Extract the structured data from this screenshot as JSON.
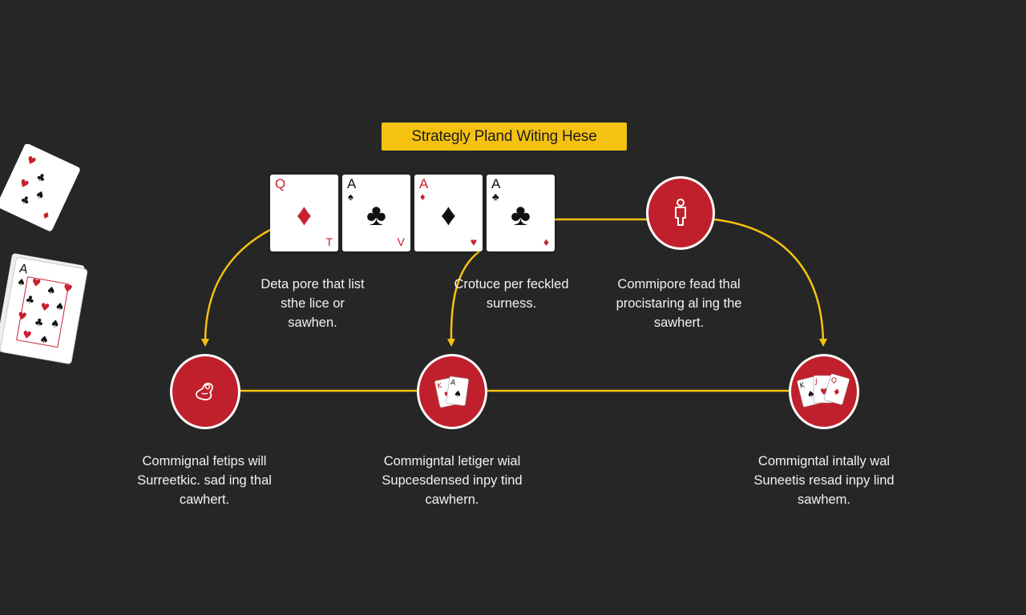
{
  "title": "Strategly Pland Witing Hese",
  "colors": {
    "background": "#262626",
    "accent": "#f5c211",
    "node_red": "#c0202c",
    "card_red": "#c8202f"
  },
  "cards": [
    {
      "rank": "Q",
      "suit_icon": "diamond-icon",
      "corner": "T",
      "color": "red"
    },
    {
      "rank": "A",
      "suit_icon": "club-icon",
      "corner": "V",
      "color": "black"
    },
    {
      "rank": "A",
      "suit_icon": "diamond-icon",
      "corner": "♥",
      "color": "red"
    },
    {
      "rank": "A",
      "suit_icon": "club-icon",
      "corner": "♦",
      "color": "black"
    }
  ],
  "top_node": {
    "icon": "person-icon"
  },
  "top_descriptions": [
    [
      "Deta pore that list",
      "sthe lice or",
      "sawhen."
    ],
    [
      "Crotuce per feckled",
      "surness."
    ],
    [
      "Commipore fead thal",
      "procistaring al ing the",
      "sawhert."
    ]
  ],
  "bottom_nodes": [
    {
      "icon": "hand-icon"
    },
    {
      "icon": "cards-fan-icon"
    },
    {
      "icon": "cards-spread-icon"
    }
  ],
  "bottom_descriptions": [
    [
      "Commignal fetips will",
      "Surreetkic. sad ing thal",
      "cawhert."
    ],
    [
      "Commigntal letiger wial",
      "Supcesdensed inpy tind",
      "cawhern."
    ],
    [
      "Commigntal intally wal",
      "Suneetis resad inpy lind",
      "sawhem."
    ]
  ]
}
